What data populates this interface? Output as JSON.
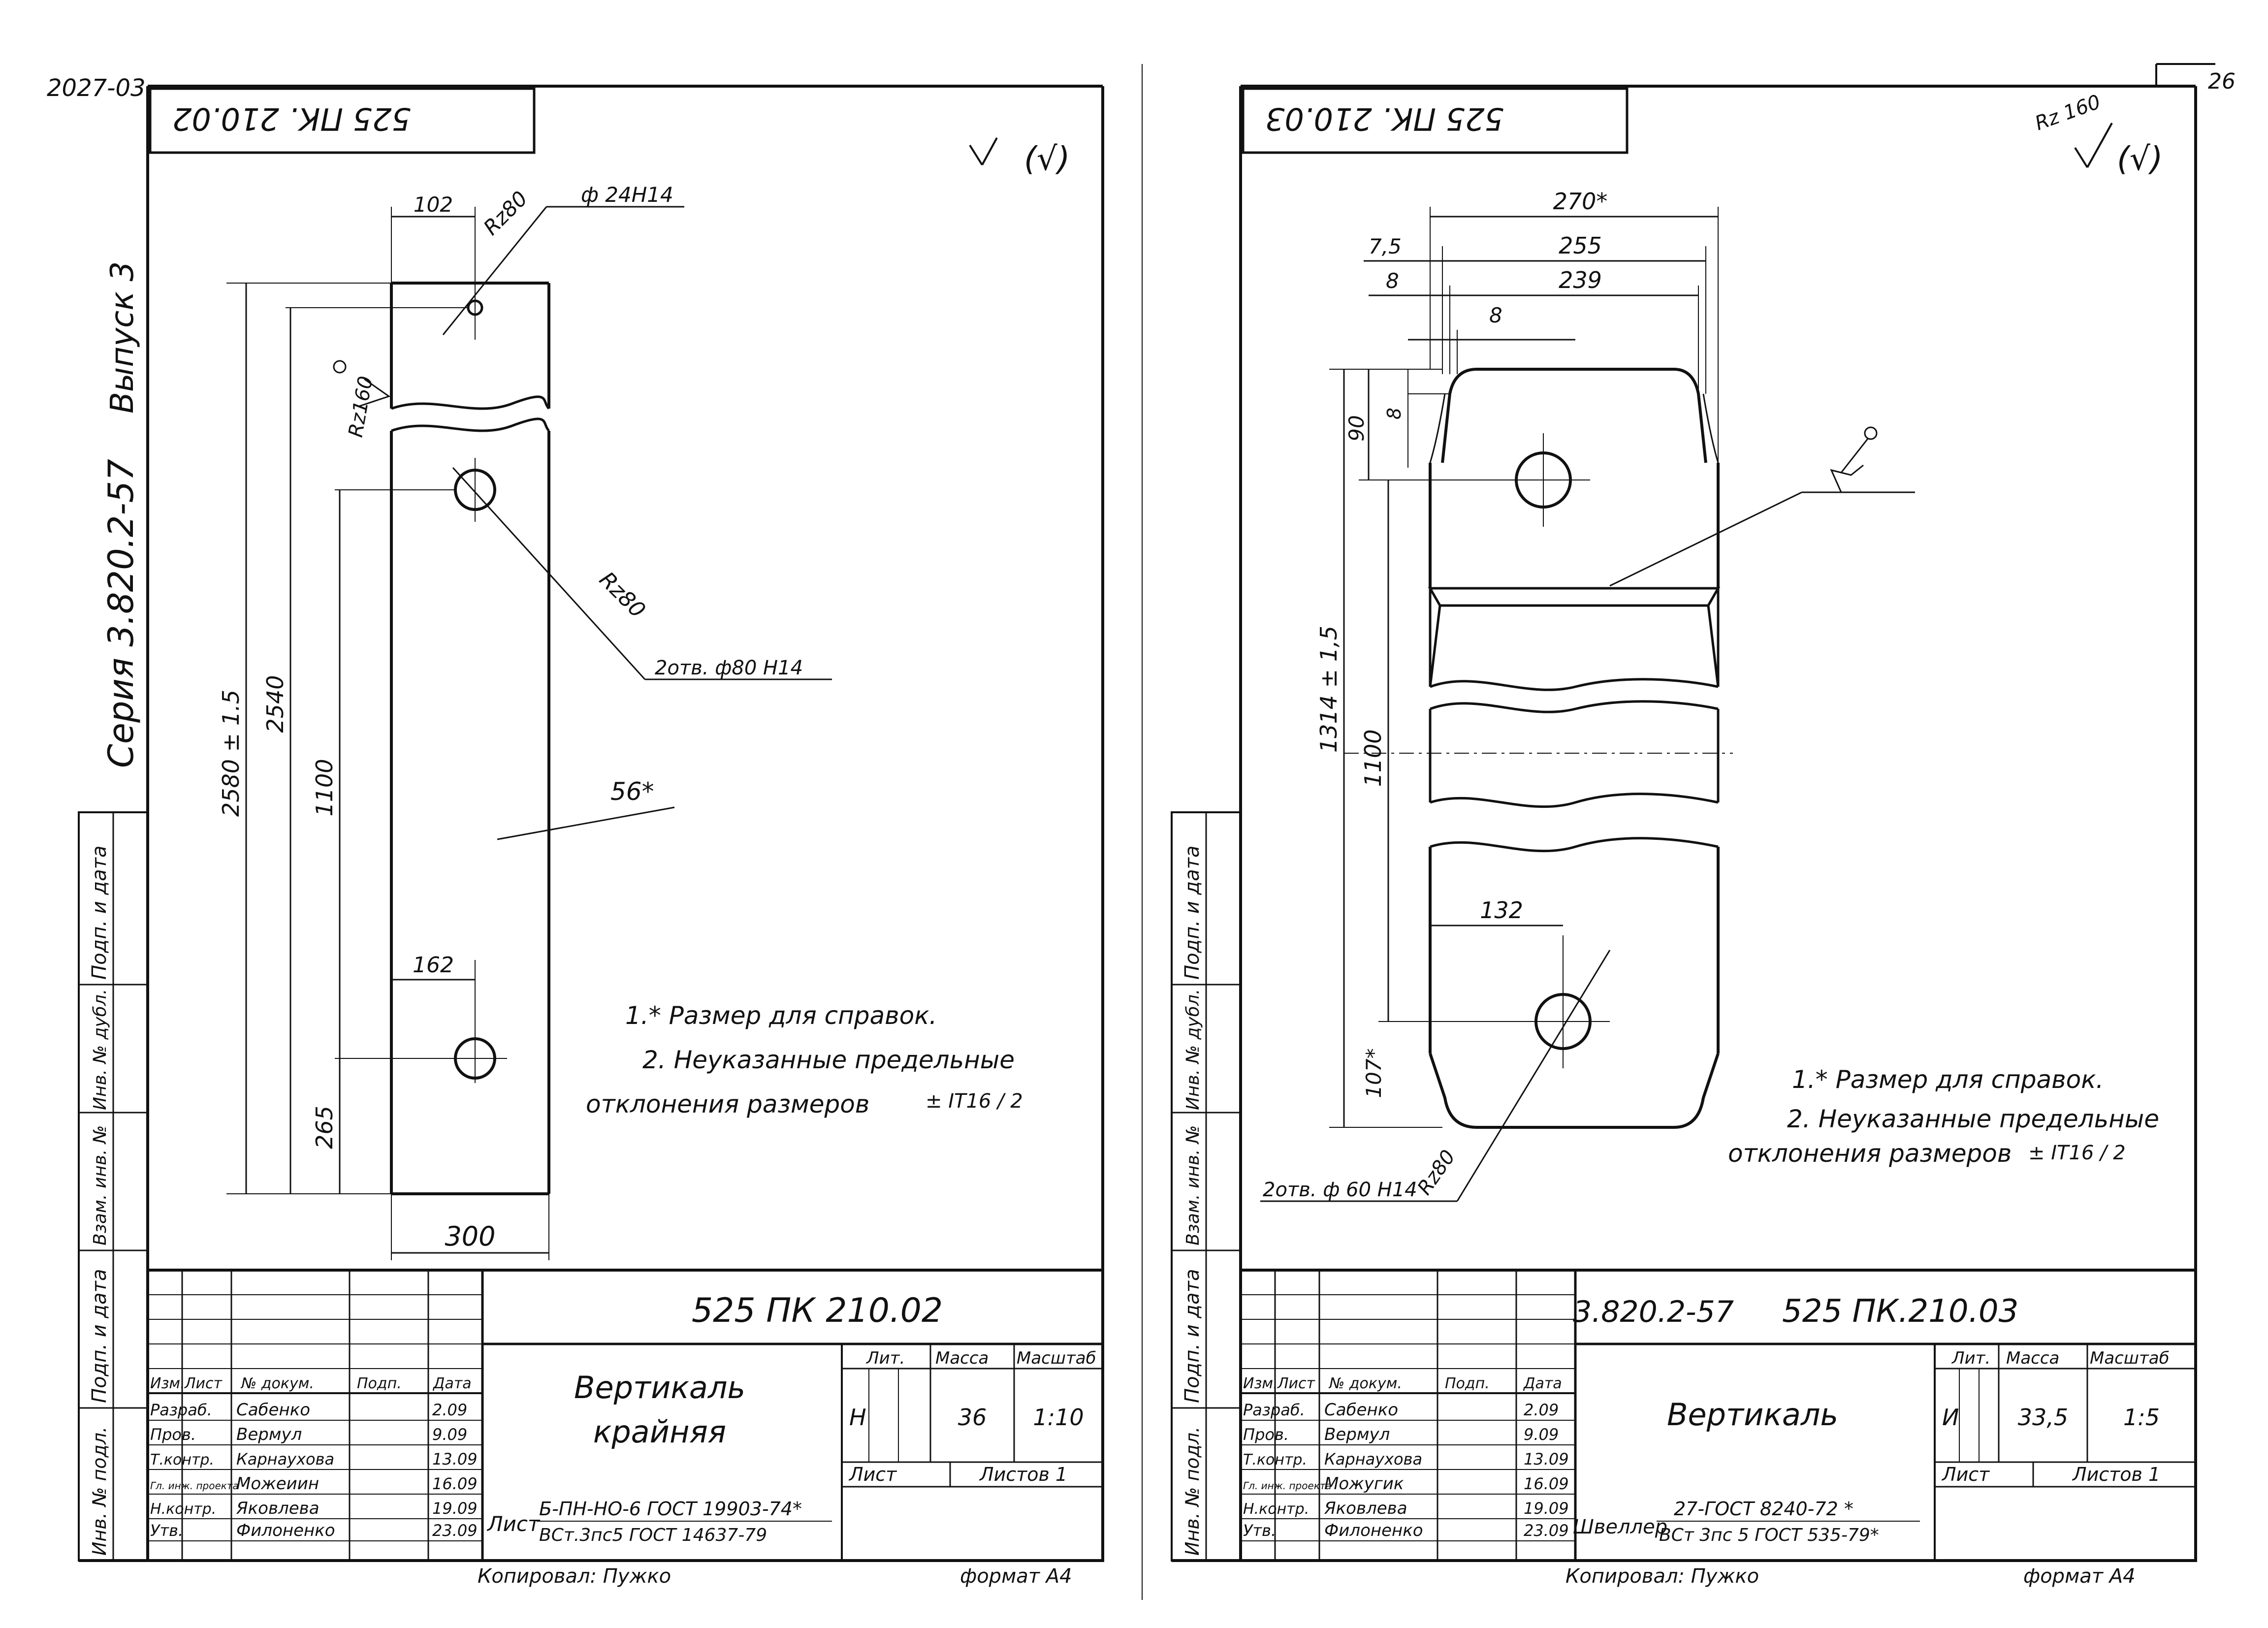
{
  "page": {
    "corner_left": "2027-03",
    "corner_right": "26",
    "series_side": "Серия 3.820.2-57",
    "issue_side": "Выпуск 3"
  },
  "side_stamp": [
    "Подп. и дата",
    "Инв. № дубл.",
    "Взам. инв. №",
    "Подп. и дата",
    "Инв. № подл."
  ],
  "sheet1": {
    "top_stamp": "525 ПК. 210.02",
    "rough_mark": "(√)",
    "dims": {
      "w102": "102",
      "hole24": "ф 24Н14",
      "rz80_top": "Rz80",
      "rz160": "Rz160",
      "rz80_mid": "Rz80",
      "holes80": "2отв. ф80 Н14",
      "d2580": "2580 ± 1.5",
      "d2540": "2540",
      "d1100": "1100",
      "d265": "265",
      "d162": "162",
      "d300": "300",
      "d56": "56*"
    },
    "notes": [
      "1.* Размер для справок.",
      "2. Неуказанные предельные",
      "отклонения размеров",
      "± IT16 / 2"
    ],
    "title_block": {
      "code": "525 ПК 210.02",
      "name_line1": "Вертикаль",
      "name_line2": "крайняя",
      "lit_label": "Лит.",
      "mass_label": "Масса",
      "scale_label": "Масштаб",
      "lit": "Н",
      "mass": "36",
      "scale": "1:10",
      "sheet_label": "Лист",
      "sheets_label": "Листов 1",
      "material_prefix": "Лист",
      "material_top": "Б-ПН-НО-6 ГОСТ 19903-74*",
      "material_bottom": "ВСт.3пс5 ГОСТ 14637-79",
      "head": [
        "Изм.",
        "Лист",
        "№ докум.",
        "Подп.",
        "Дата"
      ],
      "rows": [
        {
          "role": "Разраб.",
          "name": "Сабенко",
          "date": "2.09"
        },
        {
          "role": "Пров.",
          "name": "Вермул",
          "date": "9.09"
        },
        {
          "role": "Т.контр.",
          "name": "Карнаухова",
          "date": "13.09"
        },
        {
          "role": "Гл. инж. проекта",
          "name": "Можеиин",
          "date": "16.09"
        },
        {
          "role": "Н.контр.",
          "name": "Яковлева",
          "date": "19.09"
        },
        {
          "role": "Утв.",
          "name": "Филоненко",
          "date": "23.09"
        }
      ]
    },
    "copied": "Копировал: Пужко",
    "format": "формат А4"
  },
  "sheet2": {
    "top_stamp": "525 ПК. 210.03",
    "rough_mark": "Rz 160",
    "rough_mark2": "(√)",
    "dims": {
      "d270": "270*",
      "d255": "255",
      "d239": "239",
      "d75": "7,5",
      "d8a": "8",
      "d8b": "8",
      "d90": "90",
      "d8c": "8",
      "d1314": "1314 ± 1,5",
      "d1100": "1100",
      "d132": "132",
      "d107": "107*",
      "rz80": "Rz80",
      "holes60": "2отв. ф 60 Н14"
    },
    "notes": [
      "1.* Размер для справок.",
      "2. Неуказанные предельные",
      "отклонения размеров",
      "± IT16 / 2"
    ],
    "title_block": {
      "series": "3.820.2-57",
      "code": "525 ПК.210.03",
      "name_line1": "Вертикаль",
      "lit_label": "Лит.",
      "mass_label": "Масса",
      "scale_label": "Масштаб",
      "lit": "И",
      "mass": "33,5",
      "scale": "1:5",
      "sheet_label": "Лист",
      "sheets_label": "Листов 1",
      "material_prefix": "Швеллер",
      "material_top": "27-ГОСТ 8240-72 *",
      "material_bottom": "ВСт 3пс 5 ГОСТ 535-79*",
      "head": [
        "Изм.",
        "Лист",
        "№ докум.",
        "Подп.",
        "Дата"
      ],
      "rows": [
        {
          "role": "Разраб.",
          "name": "Сабенко",
          "date": "2.09"
        },
        {
          "role": "Пров.",
          "name": "Вермул",
          "date": "9.09"
        },
        {
          "role": "Т.контр.",
          "name": "Карнаухова",
          "date": "13.09"
        },
        {
          "role": "Гл. инж. проекта",
          "name": "Можугик",
          "date": "16.09"
        },
        {
          "role": "Н.контр.",
          "name": "Яковлева",
          "date": "19.09"
        },
        {
          "role": "Утв.",
          "name": "Филоненко",
          "date": "23.09"
        }
      ]
    },
    "copied": "Копировал: Пужко",
    "format": "формат А4"
  }
}
